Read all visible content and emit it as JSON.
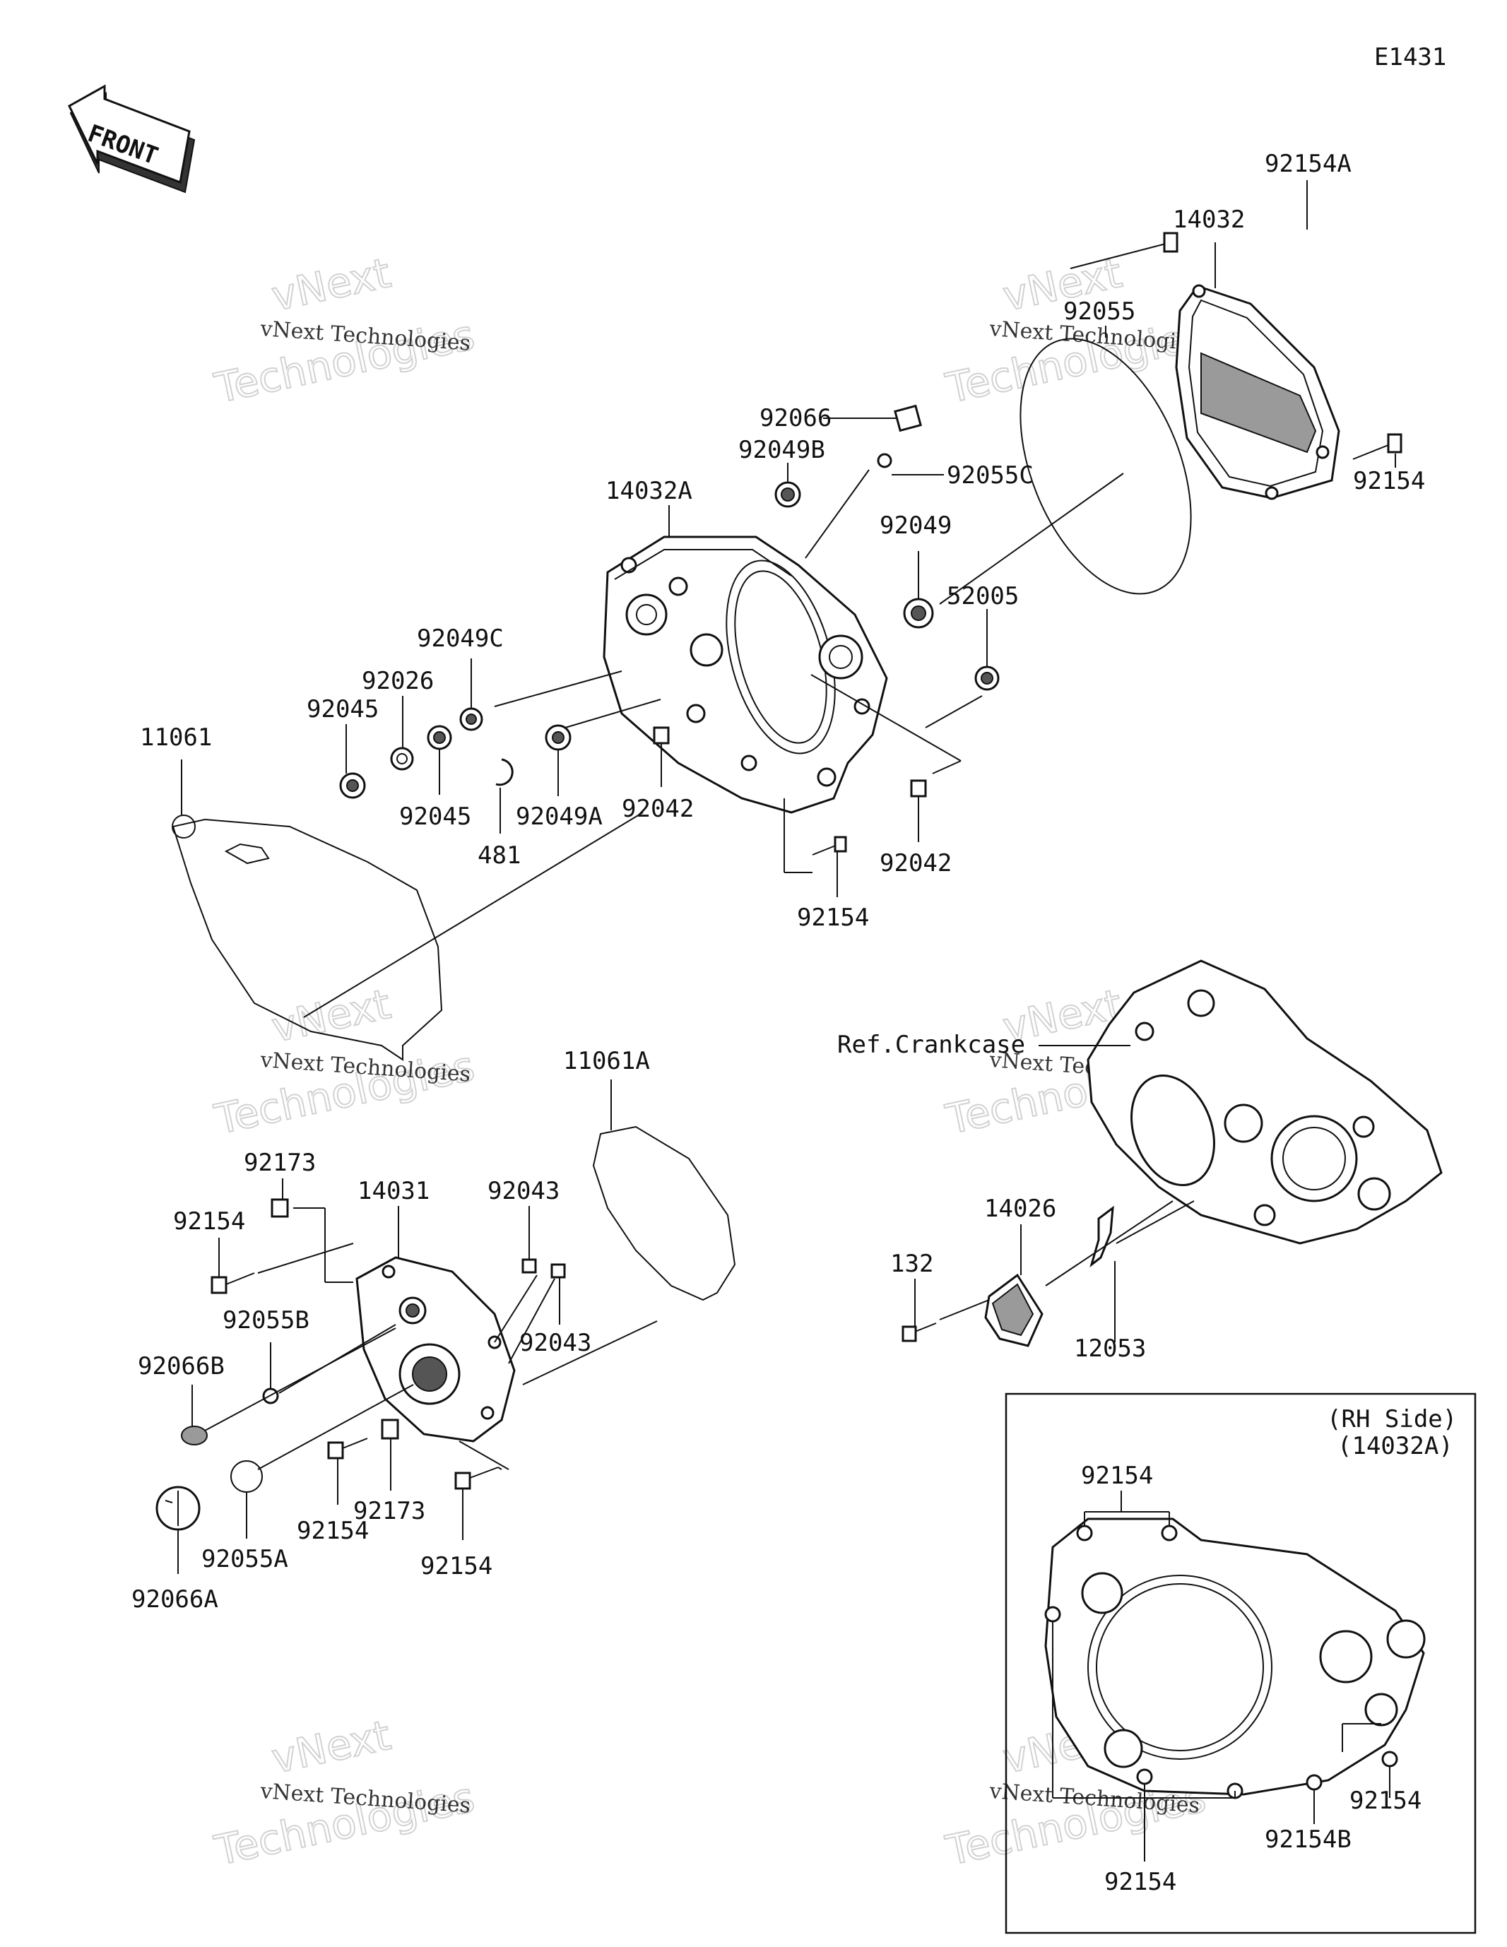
{
  "diagram_code": "E1431",
  "front_arrow_label": "FRONT",
  "watermark": {
    "main": "vNext Technologies",
    "ghost_line1": "vNext",
    "ghost_line2": "Technologies"
  },
  "reference_label": "Ref.Crankcase",
  "inset": {
    "title_line1": "(RH Side)",
    "title_line2": "(14032A)"
  },
  "labels": {
    "p92154A": "92154A",
    "p14032": "14032",
    "p92055": "92055",
    "p92154_top": "92154",
    "p92066": "92066",
    "p92049B": "92049B",
    "p92055C": "92055C",
    "p14032A": "14032A",
    "p92049": "92049",
    "p52005": "52005",
    "p92049C": "92049C",
    "p92026": "92026",
    "p92045_a": "92045",
    "p92045_b": "92045",
    "p11061": "11061",
    "p481": "481",
    "p92049A": "92049A",
    "p92042_a": "92042",
    "p92042_b": "92042",
    "p92154_mid": "92154",
    "p11061A": "11061A",
    "p92173_a": "92173",
    "p14031": "14031",
    "p92043_a": "92043",
    "p92043_b": "92043",
    "p92154_l": "92154",
    "p92055B": "92055B",
    "p92066B": "92066B",
    "p92173_b": "92173",
    "p92154_bl": "92154",
    "p92154_bm": "92154",
    "p92055A": "92055A",
    "p92066A": "92066A",
    "p14026": "14026",
    "p132": "132",
    "p12053": "12053",
    "p92154_inset_top": "92154",
    "p92154_inset_right": "92154",
    "p92154B": "92154B",
    "p92154_inset_bottom": "92154"
  }
}
